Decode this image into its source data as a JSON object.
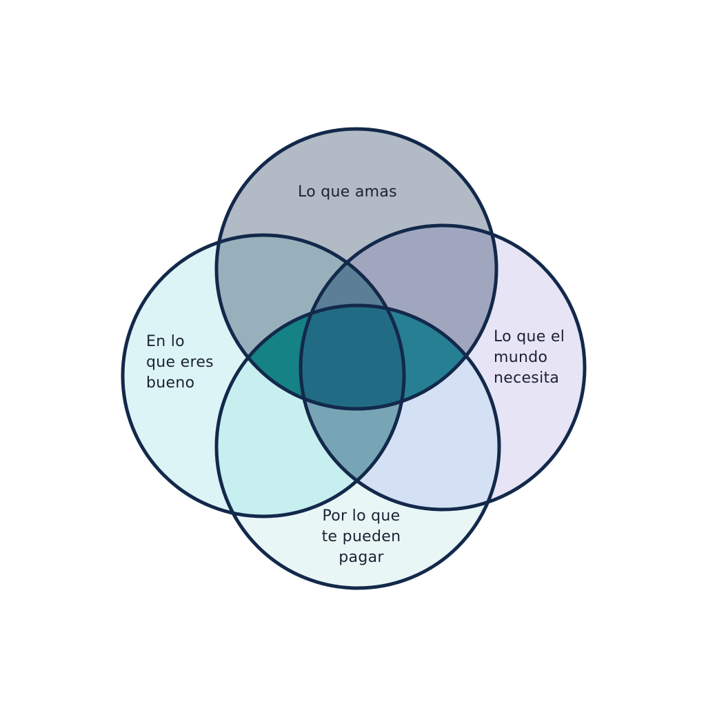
{
  "diagram": {
    "circles": [
      {
        "id": "top",
        "label_lines": [
          "Lo que amas"
        ],
        "fill": "#b1bac5"
      },
      {
        "id": "left",
        "label_lines": [
          "En lo",
          "que eres",
          "bueno"
        ],
        "fill": "#ddf4f6"
      },
      {
        "id": "right",
        "label_lines": [
          "Lo que el",
          "mundo",
          "necesita"
        ],
        "fill": "#e6e4f5"
      },
      {
        "id": "bottom",
        "label_lines": [
          "Por lo que",
          "te pueden",
          "pagar"
        ],
        "fill": "#e9f6f6"
      }
    ],
    "overlap_colors": {
      "top_left": "#97b0bb",
      "top_right": "#a1a6bf",
      "left_bottom": "#c7eff0",
      "right_bottom": "#d4e0f3",
      "top_left_bottom": "#158285",
      "top_right_bottom": "#267f92",
      "top_left_right_not_bottom": "#5a7f96",
      "left_right_bottom_not_top": "#78a5b5",
      "all_four": "#216c84"
    },
    "outline_color": "#13294b"
  }
}
